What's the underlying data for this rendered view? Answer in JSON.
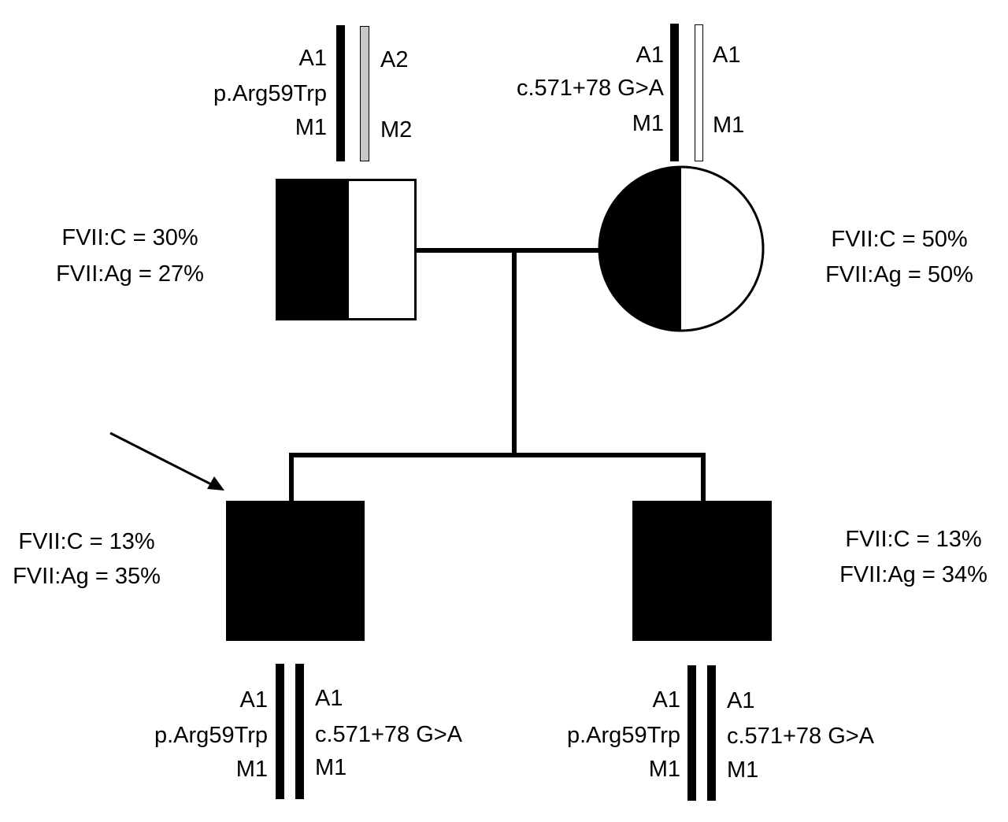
{
  "father": {
    "haplotype_left": [
      "A1",
      "p.Arg59Trp",
      "M1"
    ],
    "haplotype_right": [
      "A2",
      "M2"
    ],
    "fvii_c": "FVII:C = 30%",
    "fvii_ag": "FVII:Ag = 27%"
  },
  "mother": {
    "haplotype_left": [
      "A1",
      "c.571+78 G>A",
      "M1"
    ],
    "haplotype_right": [
      "A1",
      "M1"
    ],
    "fvii_c": "FVII:C = 50%",
    "fvii_ag": "FVII:Ag = 50%"
  },
  "proband": {
    "haplotype_left": [
      "A1",
      "p.Arg59Trp",
      "M1"
    ],
    "haplotype_right": [
      "A1",
      "c.571+78 G>A",
      "M1"
    ],
    "fvii_c": "FVII:C = 13%",
    "fvii_ag": "FVII:Ag = 35%"
  },
  "sibling": {
    "haplotype_left": [
      "A1",
      "p.Arg59Trp",
      "M1"
    ],
    "haplotype_right": [
      "A1",
      "c.571+78 G>A",
      "M1"
    ],
    "fvii_c": "FVII:C = 13%",
    "fvii_ag": "FVII:Ag = 34%"
  },
  "colors": {
    "affected": "#000000",
    "unaffected": "#ffffff",
    "allele_a2": "#c8c8c8"
  }
}
